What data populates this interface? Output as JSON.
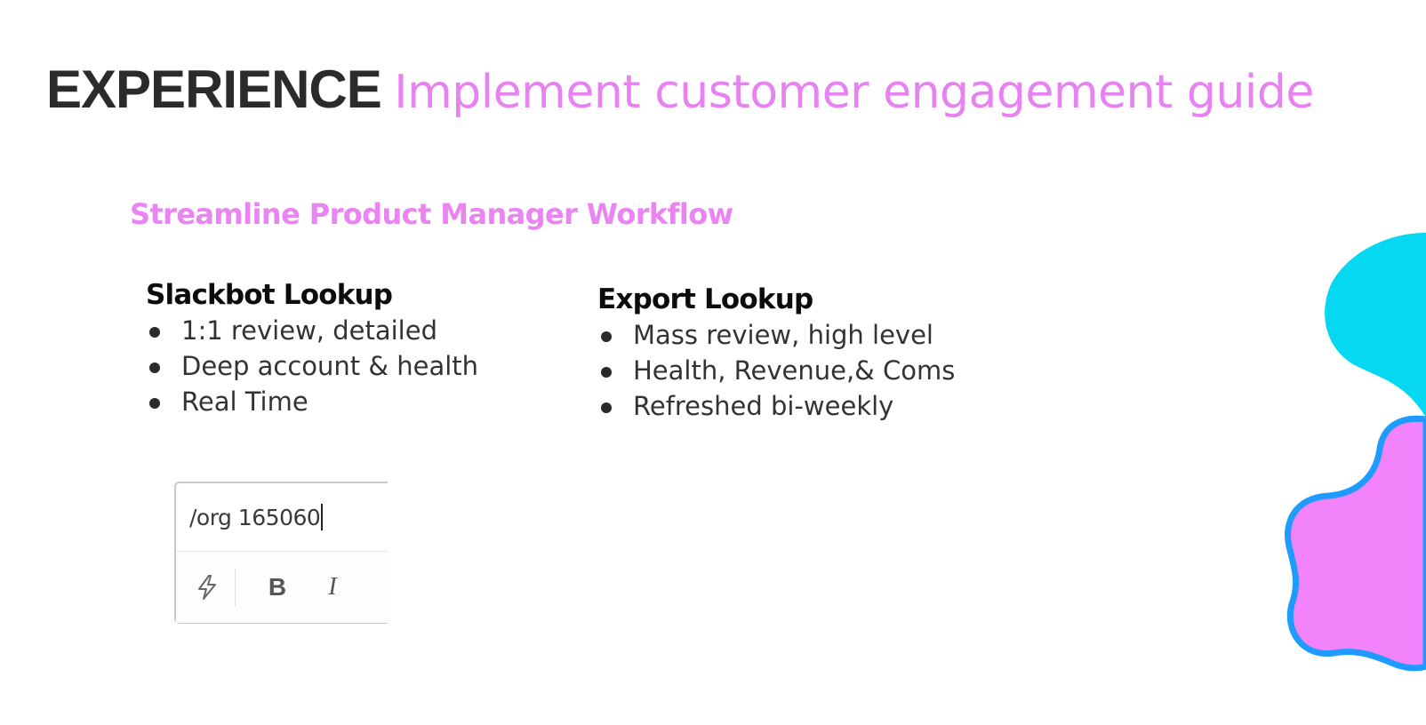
{
  "slide": {
    "title_strong": "EXPERIENCE",
    "title_light": "Implement customer engagement guide",
    "subtitle": "Streamline Product Manager Workflow"
  },
  "columns": [
    {
      "heading": "Slackbot Lookup",
      "bullets": [
        "1:1 review, detailed",
        "Deep account & health",
        "Real Time"
      ]
    },
    {
      "heading": "Export Lookup",
      "bullets": [
        "Mass review, high level",
        "Health, Revenue,& Coms",
        "Refreshed bi-weekly"
      ]
    }
  ],
  "composer": {
    "input_value": "/org 165060",
    "toolbar": {
      "shortcuts_icon": "lightning-icon",
      "bold_label": "B",
      "italic_label": "I"
    }
  },
  "colors": {
    "accent_pink": "#ea84f3",
    "title_dark": "#2b2b2b",
    "blob_cyan": "#06d8f2",
    "blob_pink": "#f283fa",
    "blob_border_blue": "#1e9bff"
  }
}
